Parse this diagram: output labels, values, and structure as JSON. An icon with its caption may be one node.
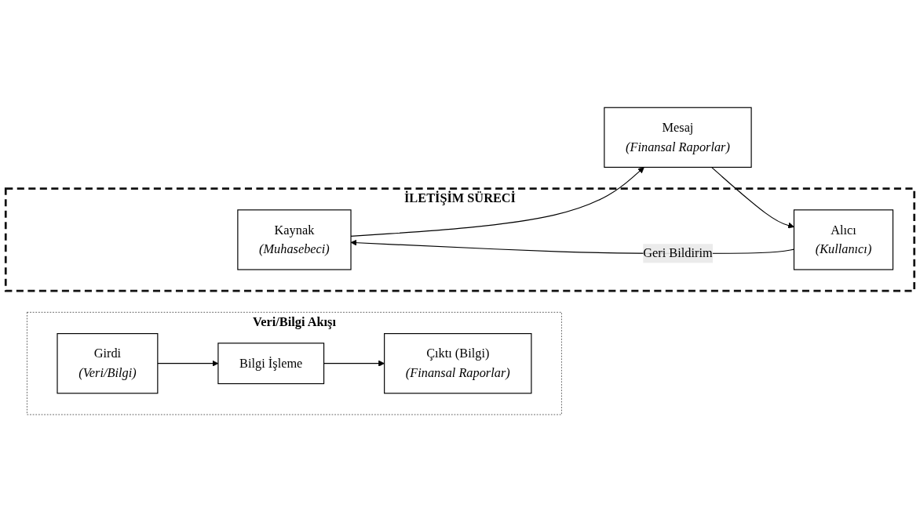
{
  "diagram": {
    "nodes": [
      {
        "text": [
          "Veri/Bilgi Akışı"
        ]
      },
      {
        "text": [
          "Girdi",
          "(Veri/Bilgi)"
        ],
        "in": 0
      },
      {
        "text": [
          "Bilgi İşleme"
        ],
        "in": 0
      },
      {
        "text": [
          "Çıktı (Bilgi)",
          "(Finansal Raporlar)"
        ],
        "in": 0
      },
      {
        "text": [
          "İLETİŞİM SÜRECİ"
        ]
      },
      {
        "text": [
          "Kaynak",
          "(Muhasebeci)"
        ],
        "in": 4
      },
      {
        "text": [
          "Mesaj",
          "(Finansal Raporlar)"
        ]
      },
      {
        "text": [
          "Alıcı",
          "(Kullanıcı)"
        ],
        "in": 4
      }
    ],
    "edges": [
      {
        "from": 1,
        "to": 2,
        "arrow": "to"
      },
      {
        "from": 2,
        "to": 3,
        "arrow": "to"
      },
      {
        "from": 5,
        "to": 6,
        "arrow": "to"
      },
      {
        "from": 6,
        "to": 7,
        "arrow": "to"
      },
      {
        "from": 7,
        "to": 5,
        "arrow": "to",
        "label": "Geri Bildirim"
      }
    ]
  }
}
